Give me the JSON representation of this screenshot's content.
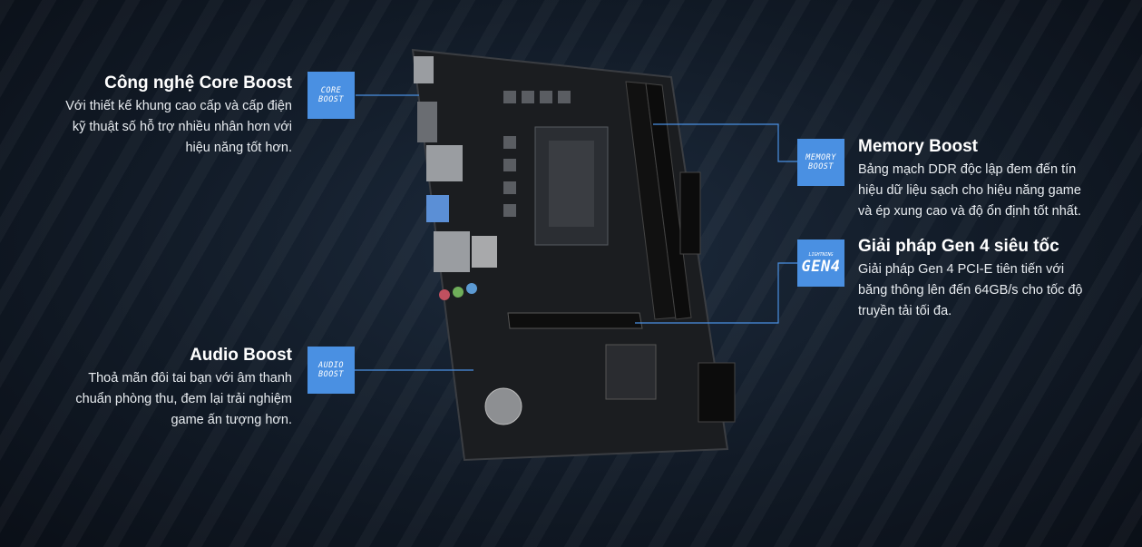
{
  "accent_color": "#4a90e2",
  "features": [
    {
      "id": "core-boost",
      "title": "Công nghệ Core Boost",
      "lines": [
        "Với thiết kế khung cao cấp và cấp điện",
        "kỹ thuật số hỗ trợ nhiều nhân hơn với",
        "hiệu năng tốt hơn."
      ],
      "badge": [
        "CORE",
        "BOOST"
      ]
    },
    {
      "id": "audio-boost",
      "title": "Audio Boost",
      "lines": [
        "Thoả mãn đôi tai bạn với âm thanh",
        "chuẩn phòng thu, đem lại trải nghiệm",
        "game ấn tượng hơn."
      ],
      "badge": [
        "AUDIO",
        "BOOST"
      ]
    },
    {
      "id": "memory-boost",
      "title": "Memory Boost",
      "lines": [
        "Bảng mạch DDR độc lập đem đến tín",
        "hiệu dữ liệu sạch cho hiệu năng game",
        "và ép xung cao và độ ổn định tốt nhất."
      ],
      "badge": [
        "MEMORY",
        "BOOST"
      ]
    },
    {
      "id": "gen4",
      "title": "Giải pháp Gen 4 siêu tốc",
      "lines": [
        "Giải pháp Gen 4 PCI-E tiên tiến với",
        "băng thông lên đến 64GB/s cho tốc độ",
        "truyền tải tối đa."
      ],
      "badge": [
        "LIGHTNING",
        "GEN",
        "4"
      ]
    }
  ]
}
